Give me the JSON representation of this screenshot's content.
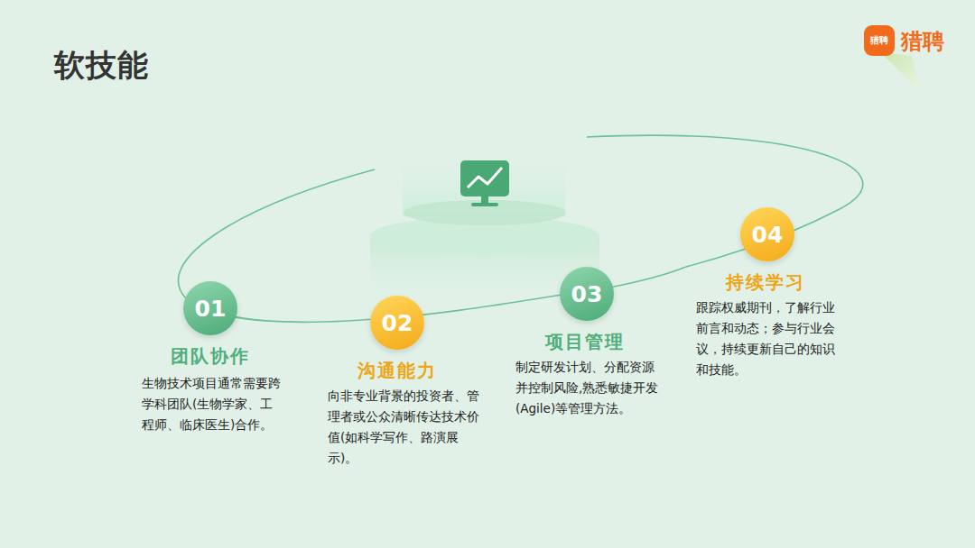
{
  "diagram": {
    "title": "软技能",
    "nodes": [
      {
        "text": [
          "01",
          "团队协作",
          "生物技术项目通常需要跨学科团队(生物学家、工程师、临床医生)合作。"
        ]
      },
      {
        "text": [
          "02",
          "沟通能力",
          "向非专业背景的投资者、管理者或公众清晰传达技术价值(如科学写作、路演展示)。"
        ]
      },
      {
        "text": [
          "03",
          "项目管理",
          "制定研发计划、分配资源并控制风险,熟悉敏捷开发(Agile)等管理方法。"
        ]
      },
      {
        "text": [
          "04",
          "持续学习",
          "跟踪权威期刊，了解行业前言和动态；参与行业会议，持续更新自己的知识和技能。"
        ]
      }
    ],
    "labels": [
      "猎聘",
      "猎聘"
    ]
  }
}
